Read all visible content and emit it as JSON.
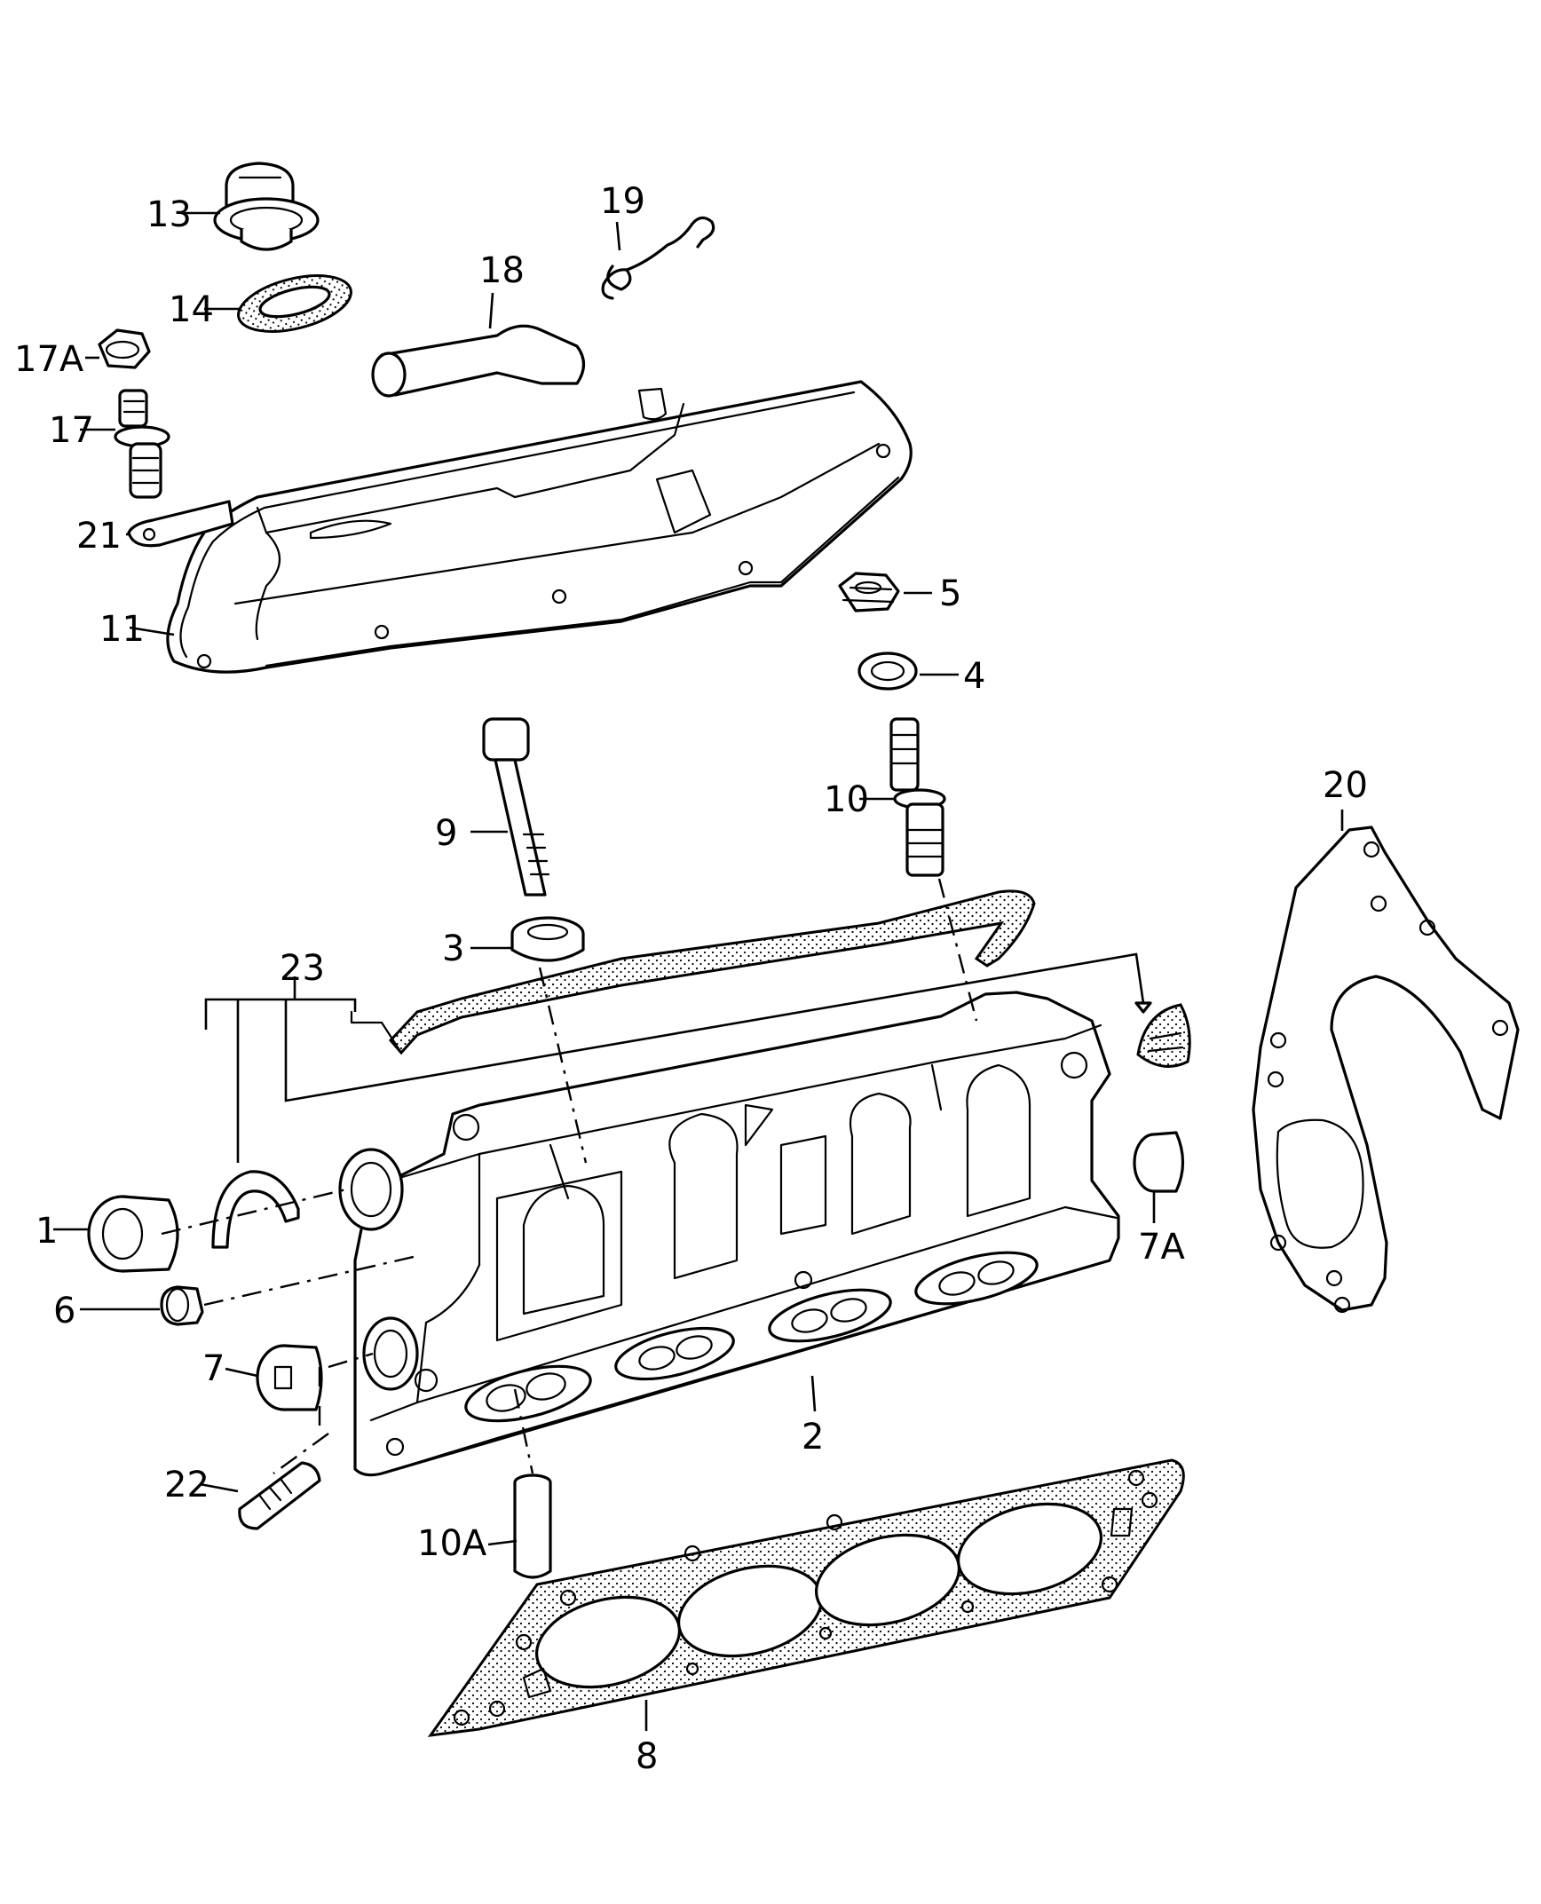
{
  "labels": {
    "p1": "1",
    "p2": "2",
    "p3": "3",
    "p4": "4",
    "p5": "5",
    "p6": "6",
    "p7": "7",
    "p7a": "7A",
    "p8": "8",
    "p9": "9",
    "p10": "10",
    "p10a": "10A",
    "p11": "11",
    "p13": "13",
    "p14": "14",
    "p17": "17",
    "p17a": "17A",
    "p18": "18",
    "p19": "19",
    "p20": "20",
    "p21": "21",
    "p22": "22",
    "p23": "23"
  },
  "colors": {
    "ink": "#000000",
    "paper": "#ffffff"
  }
}
